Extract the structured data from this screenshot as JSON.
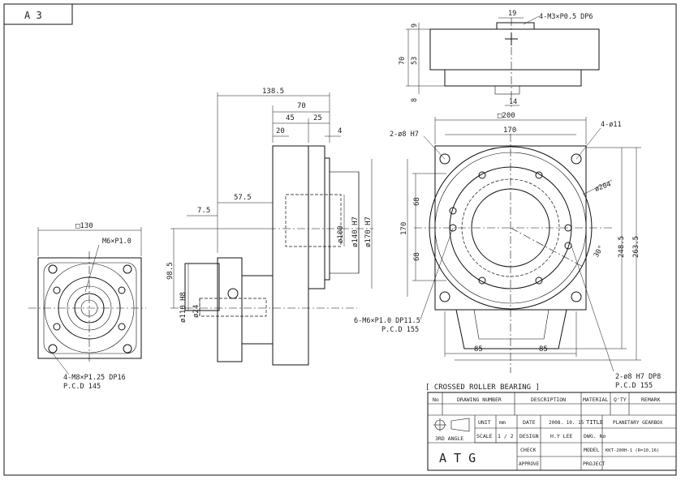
{
  "sheet": {
    "size_label": "A 3"
  },
  "front_view": {
    "square": "□130",
    "tap": "M6×P1.0",
    "bolt_note_1": "4-M8×P1.25  DP16",
    "bolt_note_2": "P.C.D  145"
  },
  "side_view": {
    "d138_5": "138.5",
    "d70": "70",
    "d45": "45",
    "d25": "25",
    "d20": "20",
    "d4": "4",
    "d57_5": "57.5",
    "d7_5": "7.5",
    "d98_5": "98.5",
    "d100": "ø100",
    "d140h7": "ø140  H7",
    "d170h7": "ø170  H7",
    "d24": "ø24",
    "d110h8": "ø110  H8"
  },
  "top_view": {
    "d19": "19",
    "tap": "4-M3×P0.5  DP6",
    "d9": "9",
    "d70": "70",
    "d53": "53",
    "d8": "8",
    "d14": "14"
  },
  "output_view": {
    "square": "□200",
    "d170": "170",
    "pin": "2-ø8  H7",
    "holes": "4-ø11",
    "d204": "ø204",
    "d68a": "68",
    "d68b": "68",
    "d170v": "170",
    "d248_5": "248.5",
    "d263_5": "263.5",
    "angle": "30°",
    "tap_1": "6-M6×P1.0  DP11.5",
    "tap_2": "P.C.D  155",
    "d85a": "85",
    "d85b": "85",
    "pin2_1": "2-ø8  H7  DP8",
    "pin2_2": "P.C.D  155"
  },
  "note": "[ CROSSED  ROLLER  BEARING ]",
  "title_block": {
    "headers": [
      "No",
      "DRAWING NUMBER",
      "DESCRIPTION",
      "MATERIAL",
      "Q'TY",
      "REMARK"
    ],
    "angle": "3RD ANGLE",
    "unit_label": "UNIT",
    "unit_value": "mm",
    "scale_label": "SCALE",
    "scale_value": "1 / 2",
    "date_label": "DATE",
    "date_value": "2008. 10. 15",
    "design_label": "DESIGN",
    "design_value": "H.Y LEE",
    "check_label": "CHECK",
    "approve_label": "APPROVE",
    "title_label": "TITLE",
    "title_value": "PLANETARY GEARBOX",
    "dwg_label": "DWG. No",
    "model_label": "MODEL",
    "model_value": "KKT-200H-1 (R=10,16)",
    "project_label": "PROJECT",
    "company": "A T G"
  }
}
